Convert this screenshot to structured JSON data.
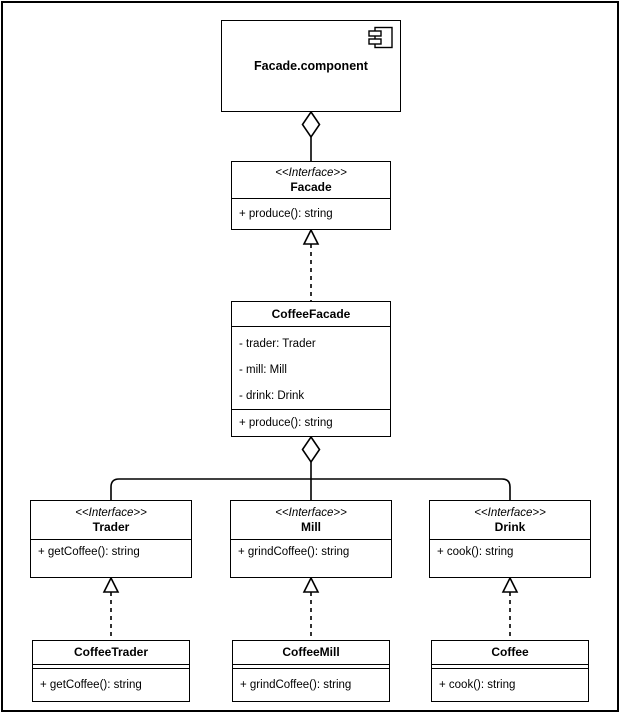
{
  "colors": {
    "line": "#000000",
    "background": "#ffffff",
    "text": "#000000"
  },
  "component": {
    "title": "Facade.component"
  },
  "facade": {
    "stereotype": "<<Interface>>",
    "name": "Facade",
    "method": "+ produce(): string"
  },
  "coffee_facade": {
    "name": "CoffeeFacade",
    "attributes": [
      "- trader: Trader",
      "- mill: Mill",
      "- drink: Drink"
    ],
    "method": "+ produce(): string"
  },
  "interfaces": [
    {
      "stereotype": "<<Interface>>",
      "name": "Trader",
      "method": "+ getCoffee(): string"
    },
    {
      "stereotype": "<<Interface>>",
      "name": "Mill",
      "method": "+ grindCoffee(): string"
    },
    {
      "stereotype": "<<Interface>>",
      "name": "Drink",
      "method": "+ cook(): string"
    }
  ],
  "classes": [
    {
      "name": "CoffeeTrader",
      "method": "+ getCoffee(): string"
    },
    {
      "name": "CoffeeMill",
      "method": "+ grindCoffee(): string"
    },
    {
      "name": "Coffee",
      "method": "+ cook(): string"
    }
  ]
}
